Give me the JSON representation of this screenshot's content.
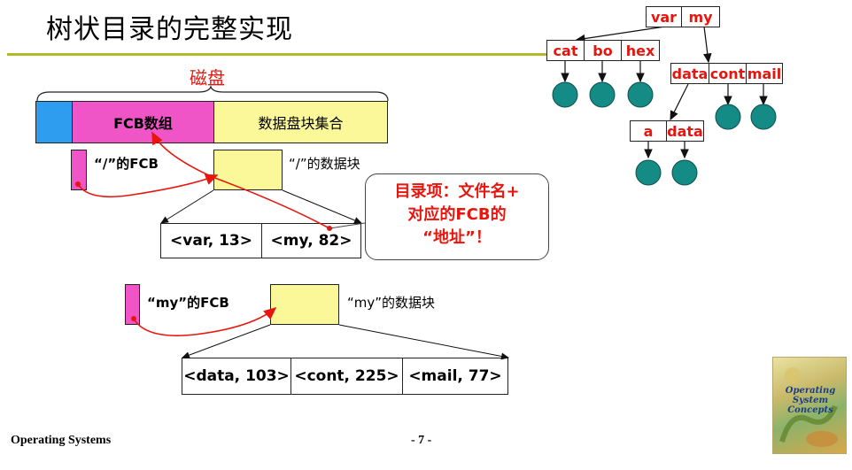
{
  "title": "树状目录的完整实现",
  "disk": {
    "label": "磁盘",
    "segments": [
      "",
      "FCB数组",
      "数据盘块集合"
    ],
    "colors": {
      "boot": "#2e9df0",
      "fcb": "#ef55c6",
      "data": "#fbf89a"
    }
  },
  "root": {
    "fcb_label": "“/”的FCB",
    "block_label": "“/”的数据块",
    "entries": [
      "<var, 13>",
      "<my, 82>"
    ]
  },
  "my": {
    "fcb_label": "“my”的FCB",
    "block_label": "“my”的数据块",
    "entries": [
      "<data, 103>",
      "<cont, 225>",
      "<mail, 77>"
    ]
  },
  "callout": {
    "lines": [
      "目录项：文件名+",
      "对应的FCB的",
      "“地址”！"
    ]
  },
  "tree": {
    "top": [
      "var",
      "my"
    ],
    "var_children": [
      "cat",
      "bo",
      "hex"
    ],
    "my_children": [
      "data",
      "cont",
      "mail"
    ],
    "data_children": [
      "a",
      "data"
    ]
  },
  "footer": {
    "left": "Operating Systems",
    "page": "- 7 -"
  },
  "book_cover": {
    "title_lines": [
      "Operating",
      "System",
      "Concepts"
    ]
  },
  "accent": {
    "red": "#e8150e",
    "leaf": "#158b86",
    "rule": "#b5b82a"
  }
}
